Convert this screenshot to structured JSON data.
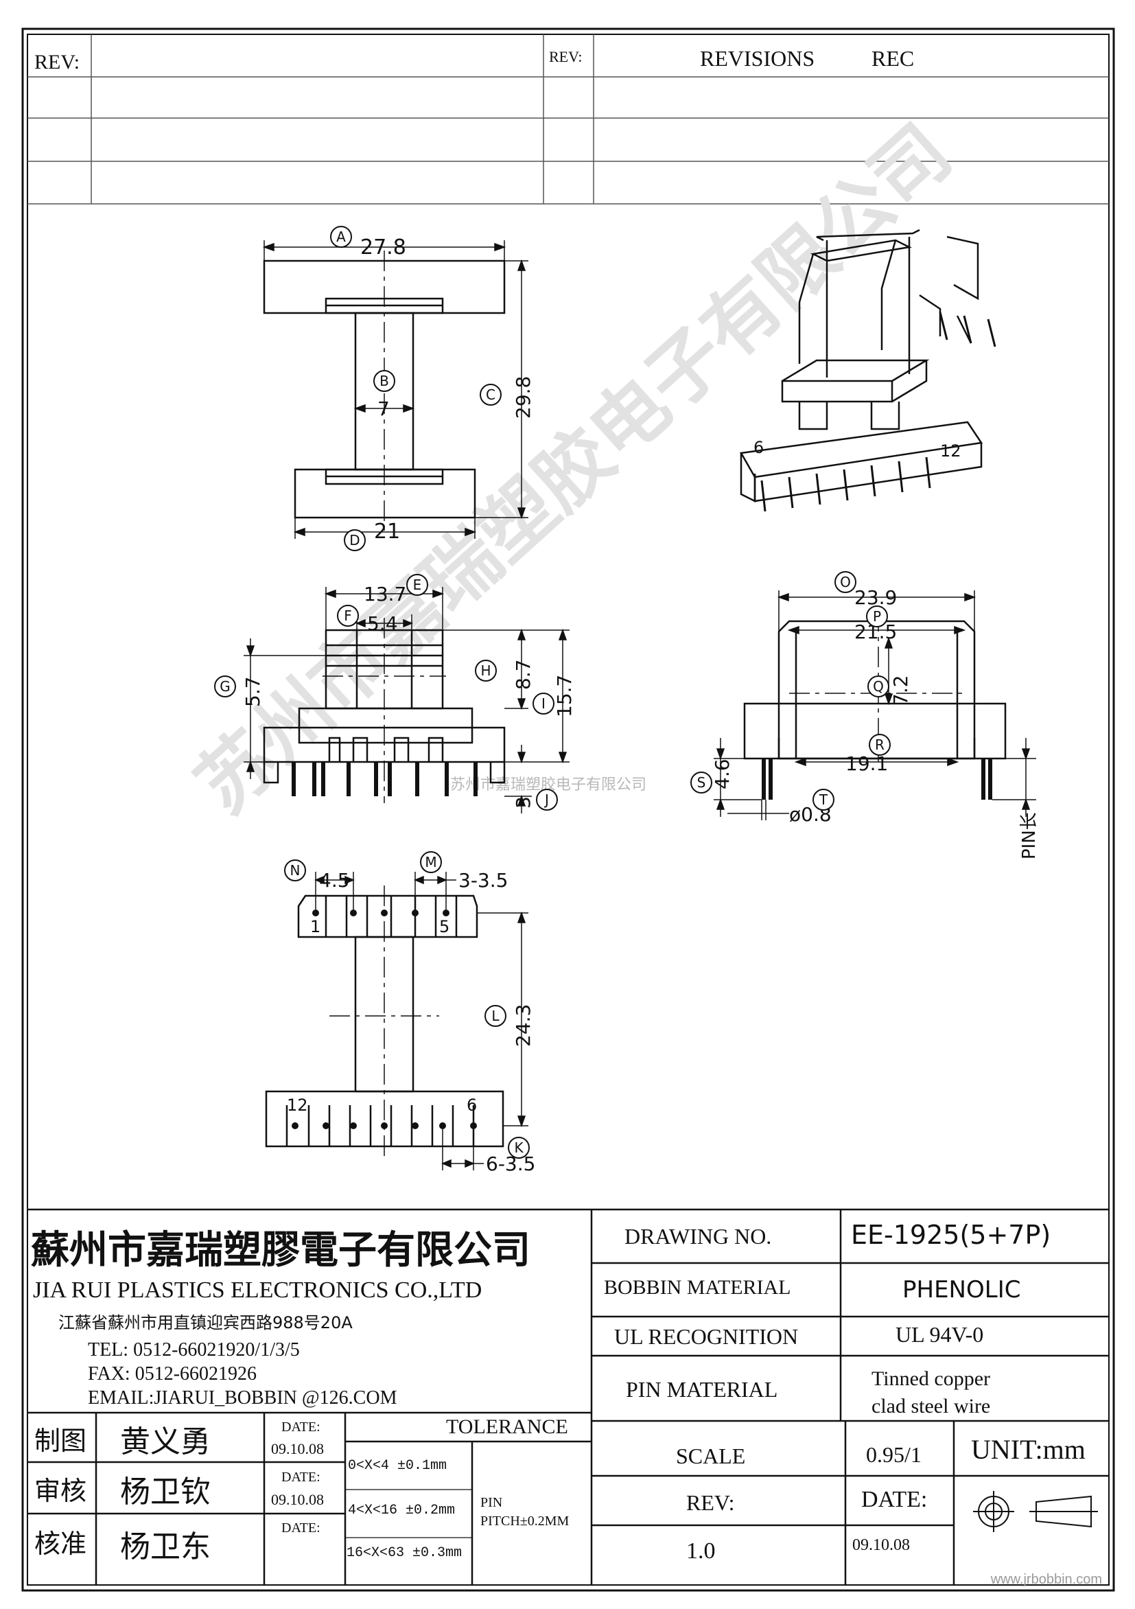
{
  "revision_block": {
    "rev_label_left": "REV:",
    "rev_label_right": "REV:",
    "revisions_label": "REVISIONS",
    "rec_label": "REC"
  },
  "drawing": {
    "dims": {
      "A": "27.8",
      "B": "7",
      "C": "29.8",
      "D": "21",
      "E": "13.7",
      "F": "5.4",
      "G": "5.7",
      "H": "8.7",
      "I": "15.7",
      "J": "3",
      "K": "6-3.5",
      "L": "24.3",
      "M": "3-3.5",
      "N": "4.5",
      "O": "23.9",
      "P": "21.5",
      "Q": "7.2",
      "R": "19.1",
      "S": "4.6",
      "T": "ø0.8"
    },
    "markers": [
      "A",
      "B",
      "C",
      "D",
      "E",
      "F",
      "G",
      "H",
      "I",
      "J",
      "K",
      "L",
      "M",
      "N",
      "O",
      "P",
      "Q",
      "R",
      "S",
      "T"
    ],
    "pin_length_label": "PIN长",
    "pin_numbers": {
      "left_top": "1",
      "right_top": "5",
      "left_bottom": "12",
      "right_bottom": "6",
      "iso_left": "6",
      "iso_right": "12"
    },
    "watermark_center": "苏州市嘉瑞塑胶电子有限公司",
    "watermark_diagonal": "苏州市嘉瑞塑胶电子有限公司"
  },
  "title_block": {
    "company_cn": "蘇州市嘉瑞塑膠電子有限公司",
    "company_en": "JIA RUI PLASTICS ELECTRONICS CO.,LTD",
    "address": "江蘇省蘇州市用直镇迎宾西路988号20A",
    "tel": "TEL: 0512-66021920/1/3/5",
    "fax": "FAX: 0512-66021926",
    "email": "EMAIL:JIARUI_BOBBIN @126.COM",
    "drawing_no_label": "DRAWING  NO.",
    "drawing_no_value": "EE-1925(5+7P)",
    "bobbin_material_label": "BOBBIN  MATERIAL",
    "bobbin_material_value": "PHENOLIC",
    "ul_label": "UL RECOGNITION",
    "ul_value": "UL 94V-0",
    "pin_material_label": "PIN MATERIAL",
    "pin_material_value_1": "Tinned copper",
    "pin_material_value_2": "clad steel wire",
    "scale_label": "SCALE",
    "scale_value": "0.95/1",
    "unit_label": "UNIT:mm",
    "rev_label": "REV:",
    "rev_value": "1.0",
    "date_label": "DATE:",
    "date_value": "09.10.08",
    "tolerance_label": "TOLERANCE",
    "tolerances": [
      "0<X<4  ±0.1mm",
      "4<X<16 ±0.2mm",
      "16<X<63 ±0.3mm"
    ],
    "pin_pitch_1": "PIN",
    "pin_pitch_2": "PITCH±0.2MM",
    "signoffs": [
      {
        "role": "制图",
        "name": "黄义勇",
        "date_label": "DATE:",
        "date": "09.10.08"
      },
      {
        "role": "审核",
        "name": "杨卫钦",
        "date_label": "DATE:",
        "date": "09.10.08"
      },
      {
        "role": "核准",
        "name": "杨卫东",
        "date_label": "DATE:",
        "date": ""
      }
    ]
  },
  "footer": {
    "site": "www.jrbobbin.com"
  }
}
